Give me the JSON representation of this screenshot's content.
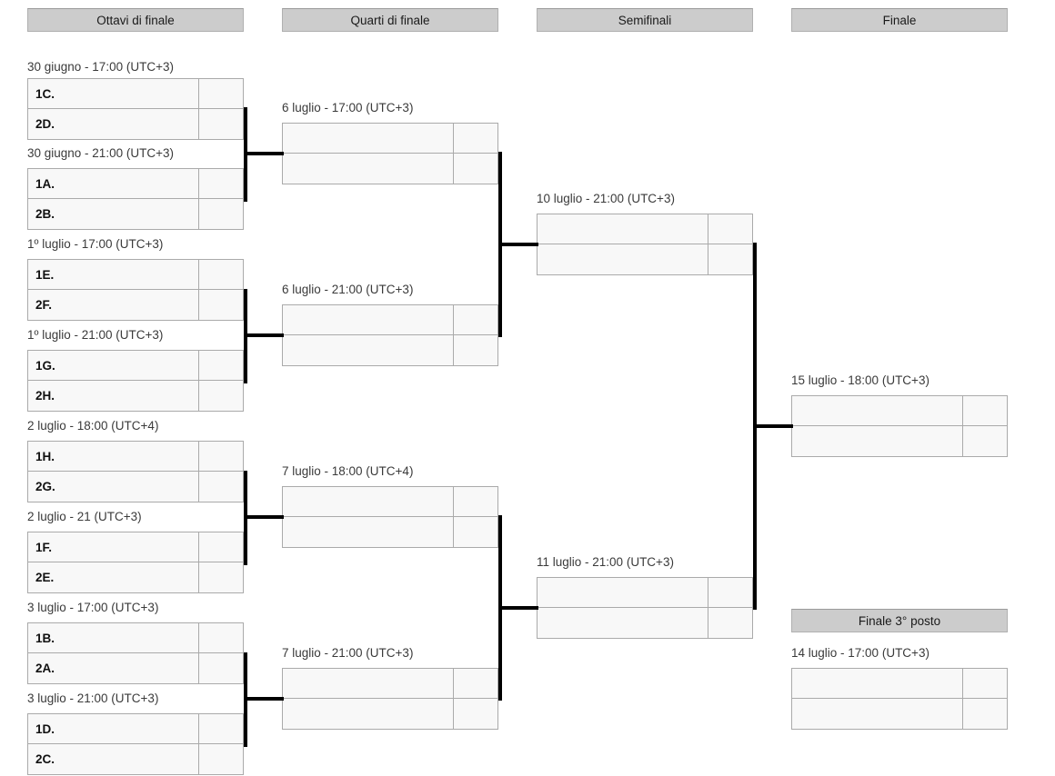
{
  "rounds": [
    {
      "id": "round-of-16",
      "label": "Ottavi di finale"
    },
    {
      "id": "quarterfinals",
      "label": "Quarti di finale"
    },
    {
      "id": "semifinals",
      "label": "Semifinali"
    },
    {
      "id": "final",
      "label": "Finale"
    },
    {
      "id": "third-place",
      "label": "Finale 3° posto"
    }
  ],
  "round_of_16": [
    {
      "date": "30 giugno - 17:00 (UTC+3)",
      "team1": "1C.",
      "team2": "2D.",
      "score1": "",
      "score2": ""
    },
    {
      "date": "30 giugno - 21:00 (UTC+3)",
      "team1": "1A.",
      "team2": "2B.",
      "score1": "",
      "score2": ""
    },
    {
      "date": "1º luglio - 17:00 (UTC+3)",
      "team1": "1E.",
      "team2": "2F.",
      "score1": "",
      "score2": ""
    },
    {
      "date": "1º luglio - 21:00 (UTC+3)",
      "team1": "1G.",
      "team2": "2H.",
      "score1": "",
      "score2": ""
    },
    {
      "date": "2 luglio - 18:00 (UTC+4)",
      "team1": "1H.",
      "team2": "2G.",
      "score1": "",
      "score2": ""
    },
    {
      "date": "2 luglio - 21 (UTC+3)",
      "team1": "1F.",
      "team2": "2E.",
      "score1": "",
      "score2": ""
    },
    {
      "date": "3 luglio - 17:00 (UTC+3)",
      "team1": "1B.",
      "team2": "2A.",
      "score1": "",
      "score2": ""
    },
    {
      "date": "3 luglio - 21:00 (UTC+3)",
      "team1": "1D.",
      "team2": "2C.",
      "score1": "",
      "score2": ""
    }
  ],
  "quarterfinals": [
    {
      "date": "6 luglio - 17:00 (UTC+3)",
      "team1": "",
      "team2": "",
      "score1": "",
      "score2": ""
    },
    {
      "date": "6 luglio - 21:00 (UTC+3)",
      "team1": "",
      "team2": "",
      "score1": "",
      "score2": ""
    },
    {
      "date": "7 luglio - 18:00 (UTC+4)",
      "team1": "",
      "team2": "",
      "score1": "",
      "score2": ""
    },
    {
      "date": "7 luglio - 21:00 (UTC+3)",
      "team1": "",
      "team2": "",
      "score1": "",
      "score2": ""
    }
  ],
  "semifinals": [
    {
      "date": "10 luglio - 21:00 (UTC+3)",
      "team1": "",
      "team2": "",
      "score1": "",
      "score2": ""
    },
    {
      "date": "11 luglio - 21:00 (UTC+3)",
      "team1": "",
      "team2": "",
      "score1": "",
      "score2": ""
    }
  ],
  "final": [
    {
      "date": "15 luglio - 18:00 (UTC+3)",
      "team1": "",
      "team2": "",
      "score1": "",
      "score2": ""
    }
  ],
  "third_place": [
    {
      "date": "14 luglio - 17:00 (UTC+3)",
      "team1": "",
      "team2": "",
      "score1": "",
      "score2": ""
    }
  ],
  "colors": {
    "header_bg": "#cccccc",
    "header_border": "#b0b0b0",
    "box_bg": "#f8f8f8",
    "box_border": "#aaaaaa",
    "connector": "#000000",
    "page_bg": "#ffffff",
    "text": "#111111",
    "date_text": "#3a3a3a"
  }
}
